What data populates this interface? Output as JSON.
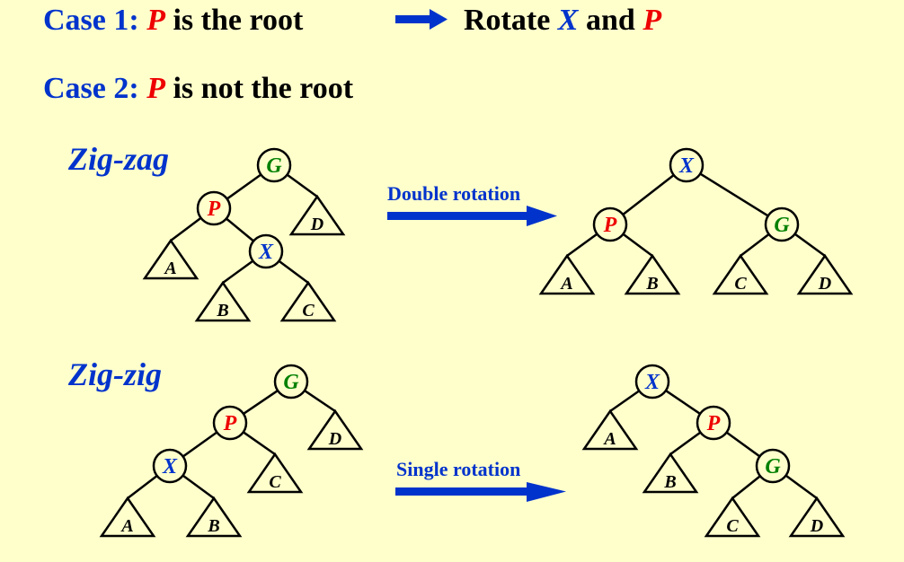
{
  "case1": {
    "prefix": "Case 1:",
    "node": "P",
    "rest": "is the root",
    "action": "Rotate",
    "x": "X",
    "and": "and",
    "p": "P"
  },
  "case2": {
    "prefix": "Case 2:",
    "node": "P",
    "rest": "is not the root"
  },
  "zigzag": {
    "label": "Zig-zag",
    "rotation": "Double rotation"
  },
  "zigzig": {
    "label": "Zig-zig",
    "rotation": "Single rotation"
  },
  "colors": {
    "blue": "#0033cc",
    "red": "#ee0000",
    "green": "#008000",
    "background": "#ffffcc"
  },
  "diagrams": [
    {
      "id": "zigzag-before",
      "nodes": [
        {
          "label": "G",
          "color": "green"
        },
        {
          "label": "P",
          "color": "red"
        },
        {
          "label": "X",
          "color": "blue"
        }
      ],
      "subtrees": [
        "A",
        "B",
        "C",
        "D"
      ]
    },
    {
      "id": "zigzag-after",
      "nodes": [
        {
          "label": "X",
          "color": "blue"
        },
        {
          "label": "P",
          "color": "red"
        },
        {
          "label": "G",
          "color": "green"
        }
      ],
      "subtrees": [
        "A",
        "B",
        "C",
        "D"
      ]
    },
    {
      "id": "zigzig-before",
      "nodes": [
        {
          "label": "G",
          "color": "green"
        },
        {
          "label": "P",
          "color": "red"
        },
        {
          "label": "X",
          "color": "blue"
        }
      ],
      "subtrees": [
        "A",
        "B",
        "C",
        "D"
      ]
    },
    {
      "id": "zigzig-after",
      "nodes": [
        {
          "label": "X",
          "color": "blue"
        },
        {
          "label": "P",
          "color": "red"
        },
        {
          "label": "G",
          "color": "green"
        }
      ],
      "subtrees": [
        "A",
        "B",
        "C",
        "D"
      ]
    }
  ]
}
